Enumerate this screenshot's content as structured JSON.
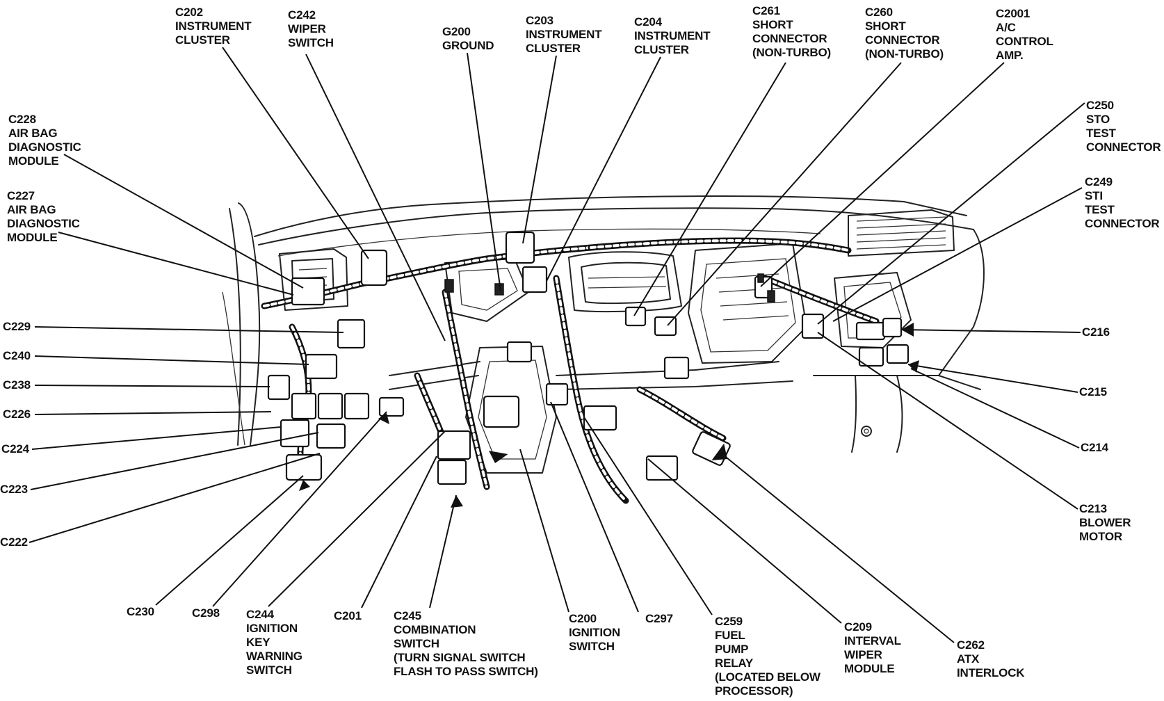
{
  "labels": {
    "c202": [
      "C202",
      "INSTRUMENT",
      "CLUSTER"
    ],
    "c242": [
      "C242",
      "WIPER",
      "SWITCH"
    ],
    "g200": [
      "G200",
      "GROUND"
    ],
    "c203": [
      "C203",
      "INSTRUMENT",
      "CLUSTER"
    ],
    "c204": [
      "C204",
      "INSTRUMENT",
      "CLUSTER"
    ],
    "c261": [
      "C261",
      "SHORT",
      "CONNECTOR",
      "(NON-TURBO)"
    ],
    "c260": [
      "C260",
      "SHORT",
      "CONNECTOR",
      "(NON-TURBO)"
    ],
    "c2001": [
      "C2001",
      "A/C",
      "CONTROL",
      "AMP."
    ],
    "c250": [
      "C250",
      "STO",
      "TEST",
      "CONNECTOR"
    ],
    "c249": [
      "C249",
      "STI",
      "TEST",
      "CONNECTOR"
    ],
    "c228": [
      "C228",
      "AIR BAG",
      "DIAGNOSTIC",
      "MODULE"
    ],
    "c227": [
      "C227",
      "AIR BAG",
      "DIAGNOSTIC",
      "MODULE"
    ],
    "c229": [
      "C229"
    ],
    "c240": [
      "C240"
    ],
    "c238": [
      "C238"
    ],
    "c226": [
      "C226"
    ],
    "c224": [
      "C224"
    ],
    "c223": [
      "C223"
    ],
    "c222": [
      "C222"
    ],
    "c216": [
      "C216"
    ],
    "c215": [
      "C215"
    ],
    "c214": [
      "C214"
    ],
    "c213": [
      "C213",
      "BLOWER",
      "MOTOR"
    ],
    "c230": [
      "C230"
    ],
    "c298": [
      "C298"
    ],
    "c244": [
      "C244",
      "IGNITION",
      "KEY",
      "WARNING",
      "SWITCH"
    ],
    "c201": [
      "C201"
    ],
    "c245": [
      "C245",
      "COMBINATION",
      "SWITCH",
      "(TURN SIGNAL SWITCH",
      "FLASH TO PASS SWITCH)"
    ],
    "c200": [
      "C200",
      "IGNITION",
      "SWITCH"
    ],
    "c297": [
      "C297"
    ],
    "c259": [
      "C259",
      "FUEL",
      "PUMP",
      "RELAY",
      "(LOCATED BELOW",
      "PROCESSOR)"
    ],
    "c209": [
      "C209",
      "INTERVAL",
      "WIPER",
      "MODULE"
    ],
    "c262": [
      "C262",
      "ATX",
      "INTERLOCK"
    ]
  }
}
